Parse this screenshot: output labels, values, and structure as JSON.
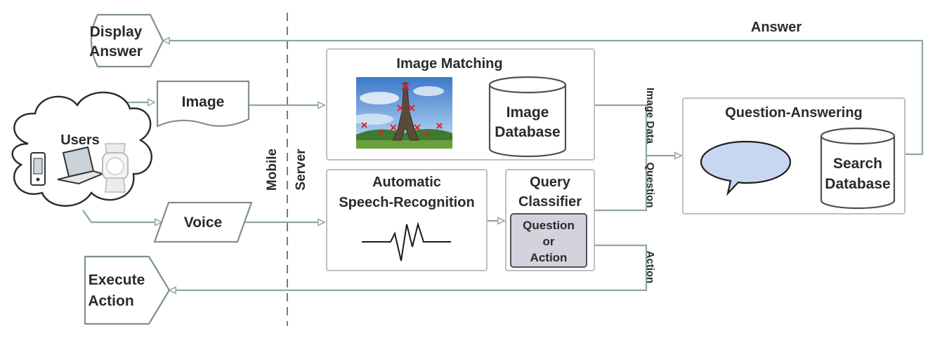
{
  "diagram": {
    "mobile_label": "Mobile",
    "server_label": "Server",
    "users_label": "Users",
    "display_answer": [
      "Display",
      "Answer"
    ],
    "image_label": "Image",
    "voice_label": "Voice",
    "execute_action": [
      "Execute",
      "Action"
    ],
    "answer_edge": "Answer",
    "image_matching": {
      "title": "Image Matching",
      "database": [
        "Image",
        "Database"
      ]
    },
    "asr": {
      "title": [
        "Automatic",
        "Speech-Recognition"
      ]
    },
    "query_classifier": {
      "title": [
        "Query",
        "Classifier"
      ],
      "inner": [
        "Question",
        "or",
        "Action"
      ]
    },
    "question_answering": {
      "title": "Question-Answering",
      "database": [
        "Search",
        "Database"
      ]
    },
    "edge_labels": {
      "image_data": "Image Data",
      "question": "Question",
      "action": "Action"
    }
  },
  "colors": {
    "edge": "#8ea5a8",
    "box_border": "#bfbfbf",
    "speech_bubble": "#c7d7f1",
    "classifier_inner": "#d3d3dd"
  }
}
